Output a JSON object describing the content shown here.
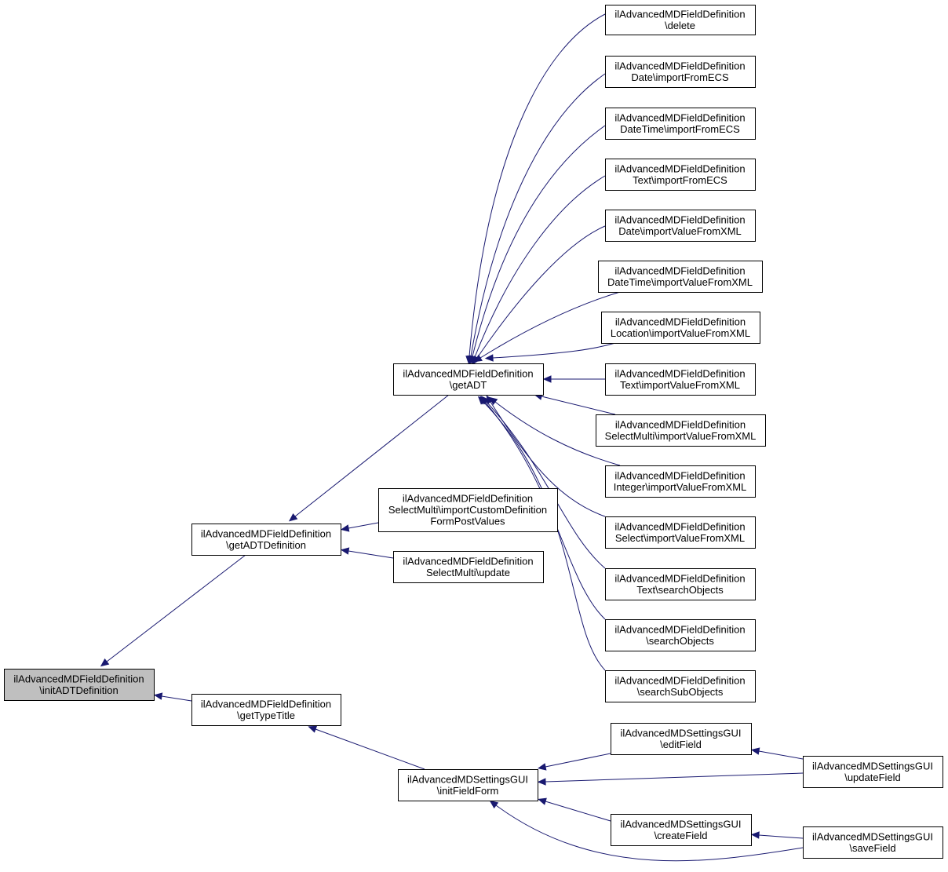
{
  "colors": {
    "edge": "#191970",
    "node_border": "#000000",
    "node_fill": "#ffffff",
    "focus_fill": "#bfbfbf"
  },
  "nodes": [
    {
      "id": "initADTDefinition",
      "lines": [
        "ilAdvancedMDFieldDefinition",
        "\\initADTDefinition"
      ],
      "focus": true
    },
    {
      "id": "getADTDefinition",
      "lines": [
        "ilAdvancedMDFieldDefinition",
        "\\getADTDefinition"
      ]
    },
    {
      "id": "getTypeTitle",
      "lines": [
        "ilAdvancedMDFieldDefinition",
        "\\getTypeTitle"
      ]
    },
    {
      "id": "getADT",
      "lines": [
        "ilAdvancedMDFieldDefinition",
        "\\getADT"
      ]
    },
    {
      "id": "importCustomDefinitionFormPostValues",
      "lines": [
        "ilAdvancedMDFieldDefinition",
        "SelectMulti\\importCustomDefinition",
        "FormPostValues"
      ]
    },
    {
      "id": "selectMultiUpdate",
      "lines": [
        "ilAdvancedMDFieldDefinition",
        "SelectMulti\\update"
      ]
    },
    {
      "id": "delete",
      "lines": [
        "ilAdvancedMDFieldDefinition",
        "\\delete"
      ]
    },
    {
      "id": "dateImportFromECS",
      "lines": [
        "ilAdvancedMDFieldDefinition",
        "Date\\importFromECS"
      ]
    },
    {
      "id": "dateTimeImportFromECS",
      "lines": [
        "ilAdvancedMDFieldDefinition",
        "DateTime\\importFromECS"
      ]
    },
    {
      "id": "textImportFromECS",
      "lines": [
        "ilAdvancedMDFieldDefinition",
        "Text\\importFromECS"
      ]
    },
    {
      "id": "dateImportValueFromXML",
      "lines": [
        "ilAdvancedMDFieldDefinition",
        "Date\\importValueFromXML"
      ]
    },
    {
      "id": "dateTimeImportValueFromXML",
      "lines": [
        "ilAdvancedMDFieldDefinition",
        "DateTime\\importValueFromXML"
      ]
    },
    {
      "id": "locationImportValueFromXML",
      "lines": [
        "ilAdvancedMDFieldDefinition",
        "Location\\importValueFromXML"
      ]
    },
    {
      "id": "textImportValueFromXML",
      "lines": [
        "ilAdvancedMDFieldDefinition",
        "Text\\importValueFromXML"
      ]
    },
    {
      "id": "selectMultiImportValueFromXML",
      "lines": [
        "ilAdvancedMDFieldDefinition",
        "SelectMulti\\importValueFromXML"
      ]
    },
    {
      "id": "integerImportValueFromXML",
      "lines": [
        "ilAdvancedMDFieldDefinition",
        "Integer\\importValueFromXML"
      ]
    },
    {
      "id": "selectImportValueFromXML",
      "lines": [
        "ilAdvancedMDFieldDefinition",
        "Select\\importValueFromXML"
      ]
    },
    {
      "id": "textSearchObjects",
      "lines": [
        "ilAdvancedMDFieldDefinition",
        "Text\\searchObjects"
      ]
    },
    {
      "id": "searchObjects",
      "lines": [
        "ilAdvancedMDFieldDefinition",
        "\\searchObjects"
      ]
    },
    {
      "id": "searchSubObjects",
      "lines": [
        "ilAdvancedMDFieldDefinition",
        "\\searchSubObjects"
      ]
    },
    {
      "id": "initFieldForm",
      "lines": [
        "ilAdvancedMDSettingsGUI",
        "\\initFieldForm"
      ]
    },
    {
      "id": "editField",
      "lines": [
        "ilAdvancedMDSettingsGUI",
        "\\editField"
      ]
    },
    {
      "id": "createField",
      "lines": [
        "ilAdvancedMDSettingsGUI",
        "\\createField"
      ]
    },
    {
      "id": "updateField",
      "lines": [
        "ilAdvancedMDSettingsGUI",
        "\\updateField"
      ]
    },
    {
      "id": "saveField",
      "lines": [
        "ilAdvancedMDSettingsGUI",
        "\\saveField"
      ]
    }
  ],
  "edges": [
    {
      "from": "getADTDefinition",
      "to": "initADTDefinition"
    },
    {
      "from": "getTypeTitle",
      "to": "initADTDefinition"
    },
    {
      "from": "getADT",
      "to": "getADTDefinition"
    },
    {
      "from": "importCustomDefinitionFormPostValues",
      "to": "getADTDefinition"
    },
    {
      "from": "selectMultiUpdate",
      "to": "getADTDefinition"
    },
    {
      "from": "delete",
      "to": "getADT"
    },
    {
      "from": "dateImportFromECS",
      "to": "getADT"
    },
    {
      "from": "dateTimeImportFromECS",
      "to": "getADT"
    },
    {
      "from": "textImportFromECS",
      "to": "getADT"
    },
    {
      "from": "dateImportValueFromXML",
      "to": "getADT"
    },
    {
      "from": "dateTimeImportValueFromXML",
      "to": "getADT"
    },
    {
      "from": "locationImportValueFromXML",
      "to": "getADT"
    },
    {
      "from": "textImportValueFromXML",
      "to": "getADT"
    },
    {
      "from": "selectMultiImportValueFromXML",
      "to": "getADT"
    },
    {
      "from": "integerImportValueFromXML",
      "to": "getADT"
    },
    {
      "from": "selectImportValueFromXML",
      "to": "getADT"
    },
    {
      "from": "textSearchObjects",
      "to": "getADT"
    },
    {
      "from": "searchObjects",
      "to": "getADT"
    },
    {
      "from": "searchSubObjects",
      "to": "getADT"
    },
    {
      "from": "initFieldForm",
      "to": "getTypeTitle"
    },
    {
      "from": "editField",
      "to": "initFieldForm"
    },
    {
      "from": "updateField",
      "to": "initFieldForm"
    },
    {
      "from": "createField",
      "to": "initFieldForm"
    },
    {
      "from": "saveField",
      "to": "initFieldForm"
    },
    {
      "from": "updateField",
      "to": "editField"
    },
    {
      "from": "saveField",
      "to": "createField"
    }
  ]
}
